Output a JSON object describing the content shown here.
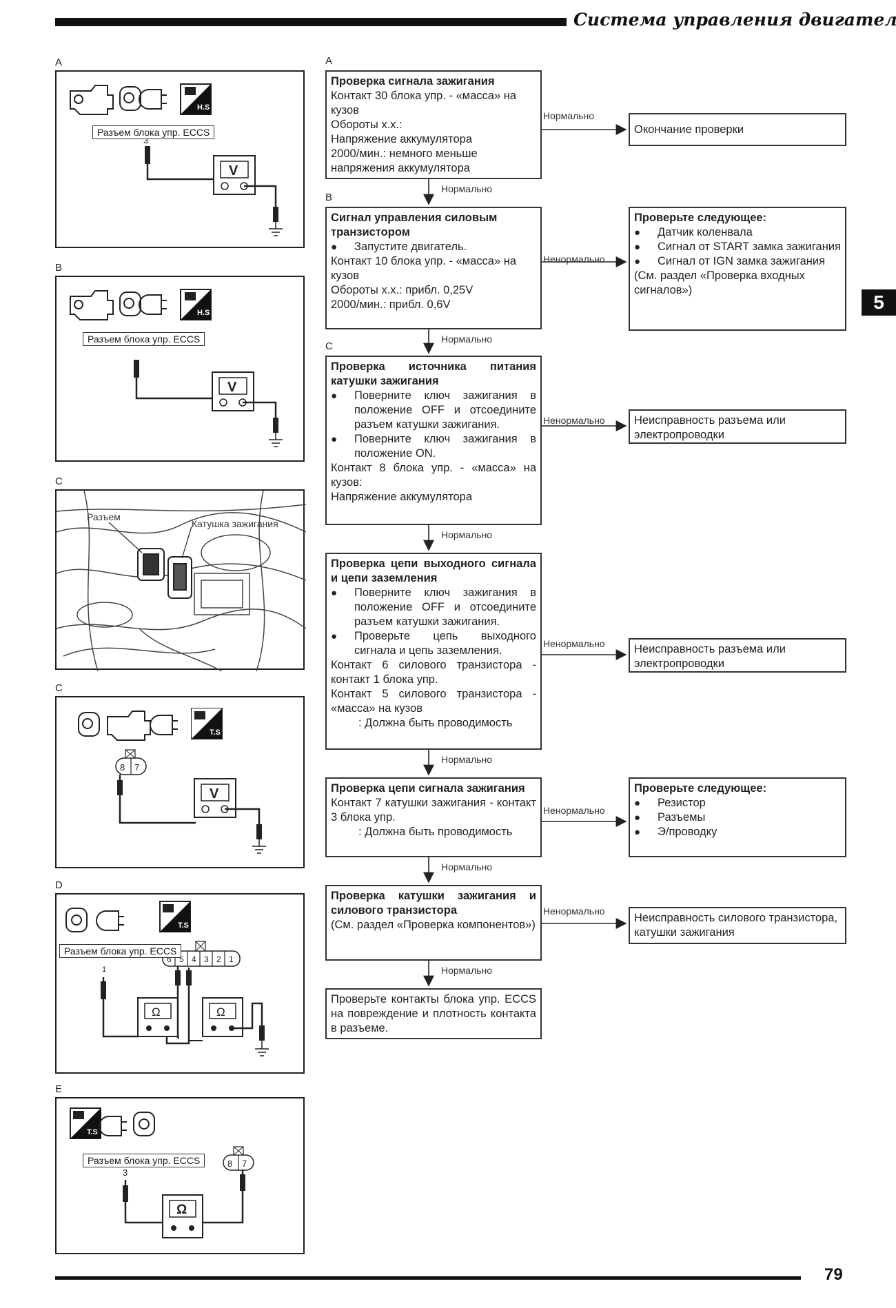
{
  "header": {
    "title": "Система управления двигателем"
  },
  "page_number": "79",
  "section_tab": "5",
  "panels": {
    "A": {
      "letter": "A",
      "connector": "Разъем блока упр. ECCS",
      "pin": "3",
      "meter": "V",
      "tag": "H.S"
    },
    "B": {
      "letter": "B",
      "connector": "Разъем блока упр. ECCS",
      "meter": "V",
      "tag": "H.S"
    },
    "C1": {
      "letter": "C",
      "label_connector": "Разъем",
      "label_coil": "Катушка зажигания"
    },
    "C2": {
      "letter": "C",
      "pins": [
        "8",
        "7"
      ],
      "meter": "V",
      "tag": "T.S"
    },
    "D": {
      "letter": "D",
      "connector": "Разъем блока упр. ECCS",
      "pin": "1",
      "pins": [
        "6",
        "5",
        "4",
        "3",
        "2",
        "1"
      ],
      "meter": "Ω",
      "tag": "T.S"
    },
    "E": {
      "letter": "E",
      "connector": "Разъем блока упр. ECCS",
      "pin": "3",
      "pins": [
        "8",
        "7"
      ],
      "meter": "Ω",
      "tag": "T.S"
    }
  },
  "flow": {
    "labels": {
      "normal": "Нормально",
      "abnormal": "Ненормально"
    },
    "A": {
      "letter": "A",
      "title": "Проверка сигнала зажигания",
      "lines": [
        "Контакт 30 блока упр. - «масса» на кузов",
        "Обороты х.х.:",
        "Напряжение аккумулятора",
        "2000/мин.: немного меньше напряжения аккумулятора"
      ],
      "result": "Окончание проверки"
    },
    "B": {
      "letter": "B",
      "title": "Сигнал управления силовым транзистором",
      "bullet": "Запустите двигатель.",
      "lines": [
        "Контакт 10 блока упр. - «масса» на кузов",
        "Обороты х.х.: прибл. 0,25V",
        "2000/мин.: прибл. 0,6V"
      ],
      "result_title": "Проверьте следующее:",
      "result_items": [
        "Датчик коленвала",
        "Сигнал от START замка зажигания",
        "Сигнал от IGN замка зажигания"
      ],
      "result_note": "(См. раздел «Проверка входных сигналов»)"
    },
    "C": {
      "letter": "C",
      "title": "Проверка источника питания катушки зажигания",
      "bullets": [
        "Поверните ключ зажигания в положение OFF и отсоедините разъем катушки зажигания.",
        "Поверните ключ зажигания в положение ON."
      ],
      "lines": [
        "Контакт 8 блока упр. - «масса» на кузов:",
        "Напряжение аккумулятора"
      ],
      "result": "Неисправность разъема или электропроводки"
    },
    "D": {
      "title": "Проверка цепи выходного сигнала и цепи заземления",
      "bullets": [
        "Поверните ключ зажигания в положение OFF и отсоедините разъем катушки зажигания.",
        "Проверьте цепь выходного сигнала и цепь заземления."
      ],
      "lines": [
        "Контакт 6 силового транзистора - контакт 1 блока упр.",
        "Контакт 5 силового транзистора - «масса» на кузов"
      ],
      "tail": ": Должна быть проводимость",
      "result": "Неисправность разъема или электропроводки"
    },
    "E": {
      "title": "Проверка цепи сигнала зажигания",
      "lines": [
        "Контакт 7 катушки зажигания - контакт 3 блока упр."
      ],
      "tail": ": Должна быть проводимость",
      "result_title": "Проверьте следующее:",
      "result_items": [
        "Резистор",
        "Разъемы",
        "Э/проводку"
      ]
    },
    "F": {
      "title": "Проверка катушки зажигания и силового транзистора",
      "lines": [
        "(См. раздел «Проверка компонентов»)"
      ],
      "result": "Неисправность силового транзистора, катушки зажигания"
    },
    "G": {
      "lines": [
        "Проверьте контакты блока упр. ECCS на повреждение и плотность контакта в разъеме."
      ]
    }
  }
}
